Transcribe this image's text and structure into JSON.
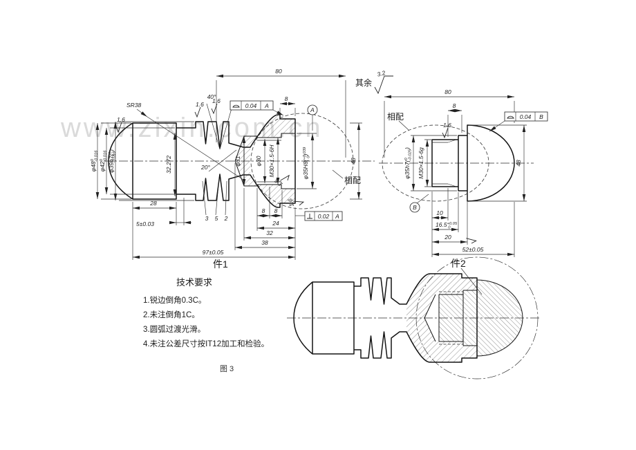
{
  "watermark": "www.zixin.com.cn",
  "general_finish": {
    "prefix": "其余",
    "value": "3.2"
  },
  "finish_fine": "1.6",
  "part1": {
    "name": "件1",
    "labels": {
      "sr38": "SR38",
      "angle40": "40°",
      "angle20": "20°",
      "mate": "相配",
      "thread": "M30×1.5-6H",
      "d31": "φ31",
      "d30": "φ30",
      "v_width": "32.272"
    },
    "dia48": {
      "base": "φ48",
      "upper": "0",
      "lower": "-0.016"
    },
    "dia42": {
      "base": "φ42",
      "upper": "0",
      "lower": "-0.016"
    },
    "dia39": {
      "base": "φ39b7(",
      "upper": "0",
      "lower": "-0.016",
      "close": ")"
    },
    "dia35": {
      "base": "φ35H8(",
      "upper": "+0.039",
      "lower": "0",
      "close": ")"
    },
    "dims": {
      "top80": "80",
      "top8": "8",
      "h48": "48",
      "len28": "28",
      "len5": "5±0.03",
      "g3": "3",
      "g5": "5",
      "g2": "2",
      "b8a": "8",
      "b8b": "8",
      "len24": "24",
      "len32": "32",
      "len38": "38",
      "overall": "97±0.05"
    },
    "gdt_profile": {
      "tol": "0.04",
      "datum": "A"
    },
    "gdt_perp": {
      "tol": "0.02",
      "datum": "A"
    },
    "datum": "A"
  },
  "part2": {
    "name": "件2",
    "labels": {
      "mate": "相配",
      "thread": "M30×1.5-6g"
    },
    "dia35": {
      "base": "φ35h7(",
      "upper": "0",
      "lower": "-0.025",
      "close": ")"
    },
    "dims": {
      "top80": "80",
      "top8": "8",
      "h48": "48",
      "len10": "10",
      "len165": {
        "base": "16.5",
        "upper": "+0.05",
        "lower": "0"
      },
      "len20": "20",
      "overall": "52±0.05"
    },
    "gdt_profile": {
      "tol": "0.04",
      "datum": "B"
    },
    "datum": "B"
  },
  "assembly": {
    "callout": "件2"
  },
  "tech_req": {
    "title": "技术要求",
    "items": [
      "1.锐边倒角0.3C。",
      "2.未注倒角1C。",
      "3.圆弧过渡光滑。",
      "4.未注公差尺寸按IT12加工和检验。"
    ]
  },
  "figure_caption": "图 3"
}
